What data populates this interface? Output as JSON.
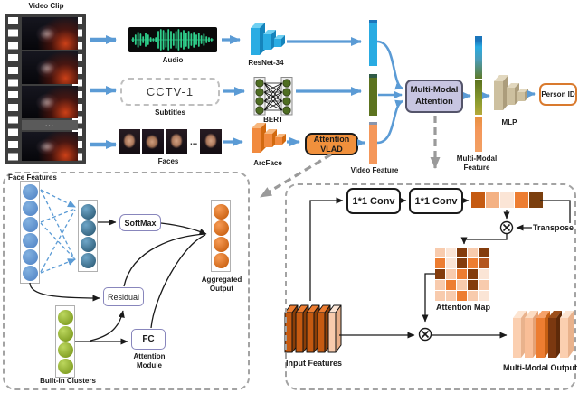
{
  "header": {
    "video_clip": "Video Clip",
    "film_ellipsis": "..."
  },
  "pipeline": {
    "audio_label": "Audio",
    "subtitles_text": "CCTV-1",
    "subtitles_label": "Subtitles",
    "faces_label": "Faces",
    "faces_ellipsis": "...",
    "resnet": "ResNet-34",
    "bert": "BERT",
    "arcface": "ArcFace",
    "vlad_line1": "Attention",
    "vlad_line2": "VLAD",
    "video_feature": "Video Feature",
    "mma_line1": "Multi-Modal",
    "mma_line2": "Attention",
    "mm_feature_line1": "Multi-Modal",
    "mm_feature_line2": "Feature",
    "mlp": "MLP",
    "person_id": "Person ID"
  },
  "vlad_panel": {
    "face_features": "Face Features",
    "softmax": "SoftMax",
    "residual": "Residual",
    "fc": "FC",
    "attention_module_line1": "Attention",
    "attention_module_line2": "Module",
    "built_in_clusters": "Built-in Clusters",
    "aggregated_line1": "Aggregated",
    "aggregated_line2": "Output",
    "columns": {
      "face_features": {
        "count": 6,
        "inner": "#82b1e0",
        "outer": "#5587c7"
      },
      "assignment": {
        "count": 4,
        "inner": "#6fa6c8",
        "outer": "#2e5d78"
      },
      "clusters": {
        "count": 4,
        "inner": "#bcd75e",
        "outer": "#7c9a1e"
      },
      "output": {
        "count": 4,
        "inner": "#f79b54",
        "outer": "#c85f0f"
      }
    }
  },
  "attention_panel": {
    "conv1": "1*1 Conv",
    "conv2": "1*1 Conv",
    "transpose": "Transpose",
    "attention_map": "Attention Map",
    "input_features": "Input Features",
    "mm_output": "Multi-Modal Output",
    "feature_squares": [
      "#c55a11",
      "#f4b183",
      "#fbe5d6",
      "#ed7d31",
      "#7b3f0e"
    ],
    "attention_map_rows": [
      [
        "#f8cbad",
        "#fbe5d6",
        "#843c0c",
        "#f8cbad",
        "#843c0c"
      ],
      [
        "#ed7d31",
        "#fbe5d6",
        "#843c0c",
        "#ed7d31",
        "#b4561e"
      ],
      [
        "#843c0c",
        "#f8cbad",
        "#ed7d31",
        "#843c0c",
        "#fbe5d6"
      ],
      [
        "#f8cbad",
        "#ed7d31",
        "#f8cbad",
        "#843c0c",
        "#f8cbad"
      ],
      [
        "#f8cbad",
        "#f8cbad",
        "#ed7d31",
        "#f8cbad",
        "#fbe5d6"
      ]
    ]
  },
  "colors": {
    "arrow_blue": "#5b9bd5",
    "audio_bar": "#29abe2",
    "text_bar": "#5c731f",
    "video_bar": "#f4975a",
    "vlad_orange": "#f0903c",
    "mma_lavender": "#c7c5e1",
    "person_id_border": "#d97a2e",
    "waveform_green": "#2fd08c",
    "dashed_gray": "#9a9a9a"
  }
}
